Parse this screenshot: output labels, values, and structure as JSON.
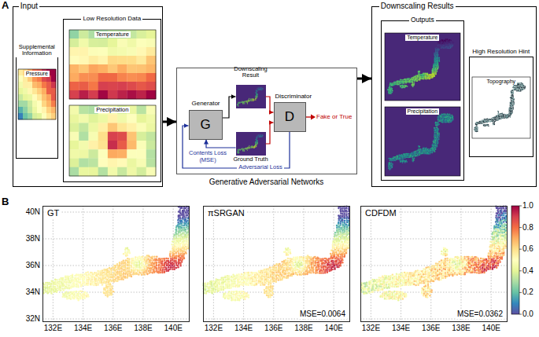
{
  "diagram": {
    "nodes": [
      {
        "text": [
          "Input"
        ]
      },
      {
        "text": [
          "Supplemental Information",
          "Pressure"
        ],
        "in": 0
      },
      {
        "text": [
          "Low Resolution Data",
          "Temperature",
          "Precipitation"
        ],
        "in": 0
      },
      {
        "text": [
          "Generative Adversarial Networks"
        ]
      },
      {
        "text": [
          "Generator",
          "G"
        ],
        "in": 3
      },
      {
        "text": [
          "Downscaling Result"
        ],
        "in": 3
      },
      {
        "text": [
          "Ground Truth"
        ],
        "in": 3
      },
      {
        "text": [
          "Discriminator",
          "D"
        ],
        "in": 3
      },
      {
        "text": [
          "Downscaling Results"
        ]
      },
      {
        "text": [
          "Outputs",
          "Temperature",
          "Precipitation"
        ],
        "in": 8
      },
      {
        "text": [
          "High Resolution Hint",
          "Topography"
        ],
        "in": 8
      },
      {
        "text": [
          "GT"
        ]
      },
      {
        "text": [
          "πSRGAN",
          "MSE=0.0064"
        ]
      },
      {
        "text": [
          "CDFDM",
          "MSE=0.0362"
        ]
      }
    ],
    "edges": [
      {
        "from": 0,
        "to": 3,
        "arrow": "to"
      },
      {
        "from": 4,
        "to": 5,
        "arrow": "to"
      },
      {
        "from": 5,
        "to": 7,
        "arrow": "to"
      },
      {
        "from": 6,
        "to": 7,
        "arrow": "to"
      },
      {
        "from": 6,
        "to": 4,
        "label": "Contents Loss (MSE)",
        "arrow": "to"
      },
      {
        "from": 7,
        "to": 4,
        "label": "Adversarial Loss",
        "arrow": "to"
      },
      {
        "from": 3,
        "to": 8,
        "arrow": "to"
      }
    ],
    "labels": [
      "A",
      "Fake or True",
      "B",
      "40N",
      "38N",
      "36N",
      "34N",
      "32N",
      "132E",
      "134E",
      "136E",
      "138E",
      "140E",
      "132E",
      "134E",
      "136E",
      "138E",
      "140E",
      "132E",
      "134E",
      "136E",
      "138E",
      "140E",
      "1.0",
      "0.8",
      "0.6",
      "0.4",
      "0.2",
      "0.0"
    ]
  }
}
